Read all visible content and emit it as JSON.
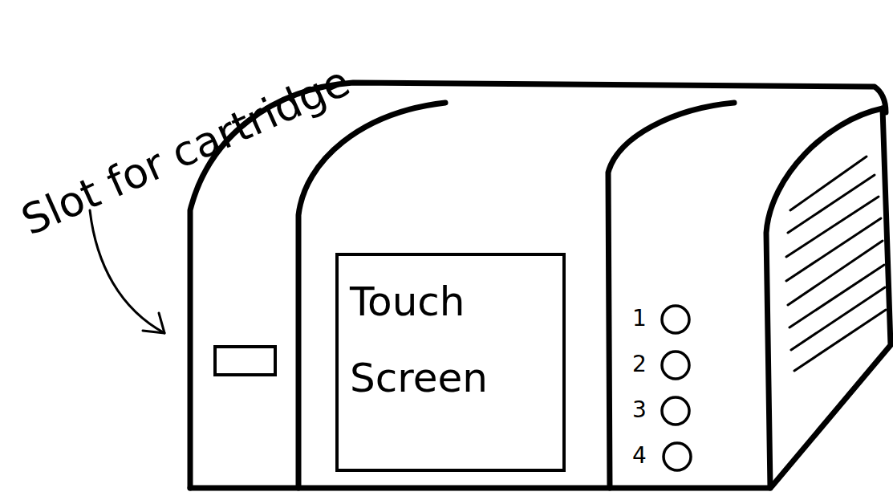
{
  "diagram": {
    "nodes": [
      {
        "text": [
          "Touch Screen"
        ]
      }
    ],
    "labels": [
      "Slot for cartridge",
      "1",
      "2",
      "3",
      "4"
    ]
  }
}
